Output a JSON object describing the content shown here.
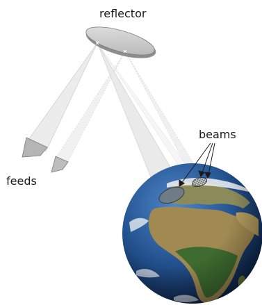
{
  "labels": {
    "reflector": "reflector",
    "feeds": "feeds",
    "beams": "beams"
  },
  "colors": {
    "reflector_fill": "#c9c9c9",
    "reflector_edge": "#7a7a7a",
    "feed_fill": "#b5b5b5",
    "beam_fill": "#ececec",
    "ocean": "#2c5aa0",
    "land": "#a08a52",
    "vegetation": "#3e6b2f",
    "cloud": "#f2f2f2"
  }
}
